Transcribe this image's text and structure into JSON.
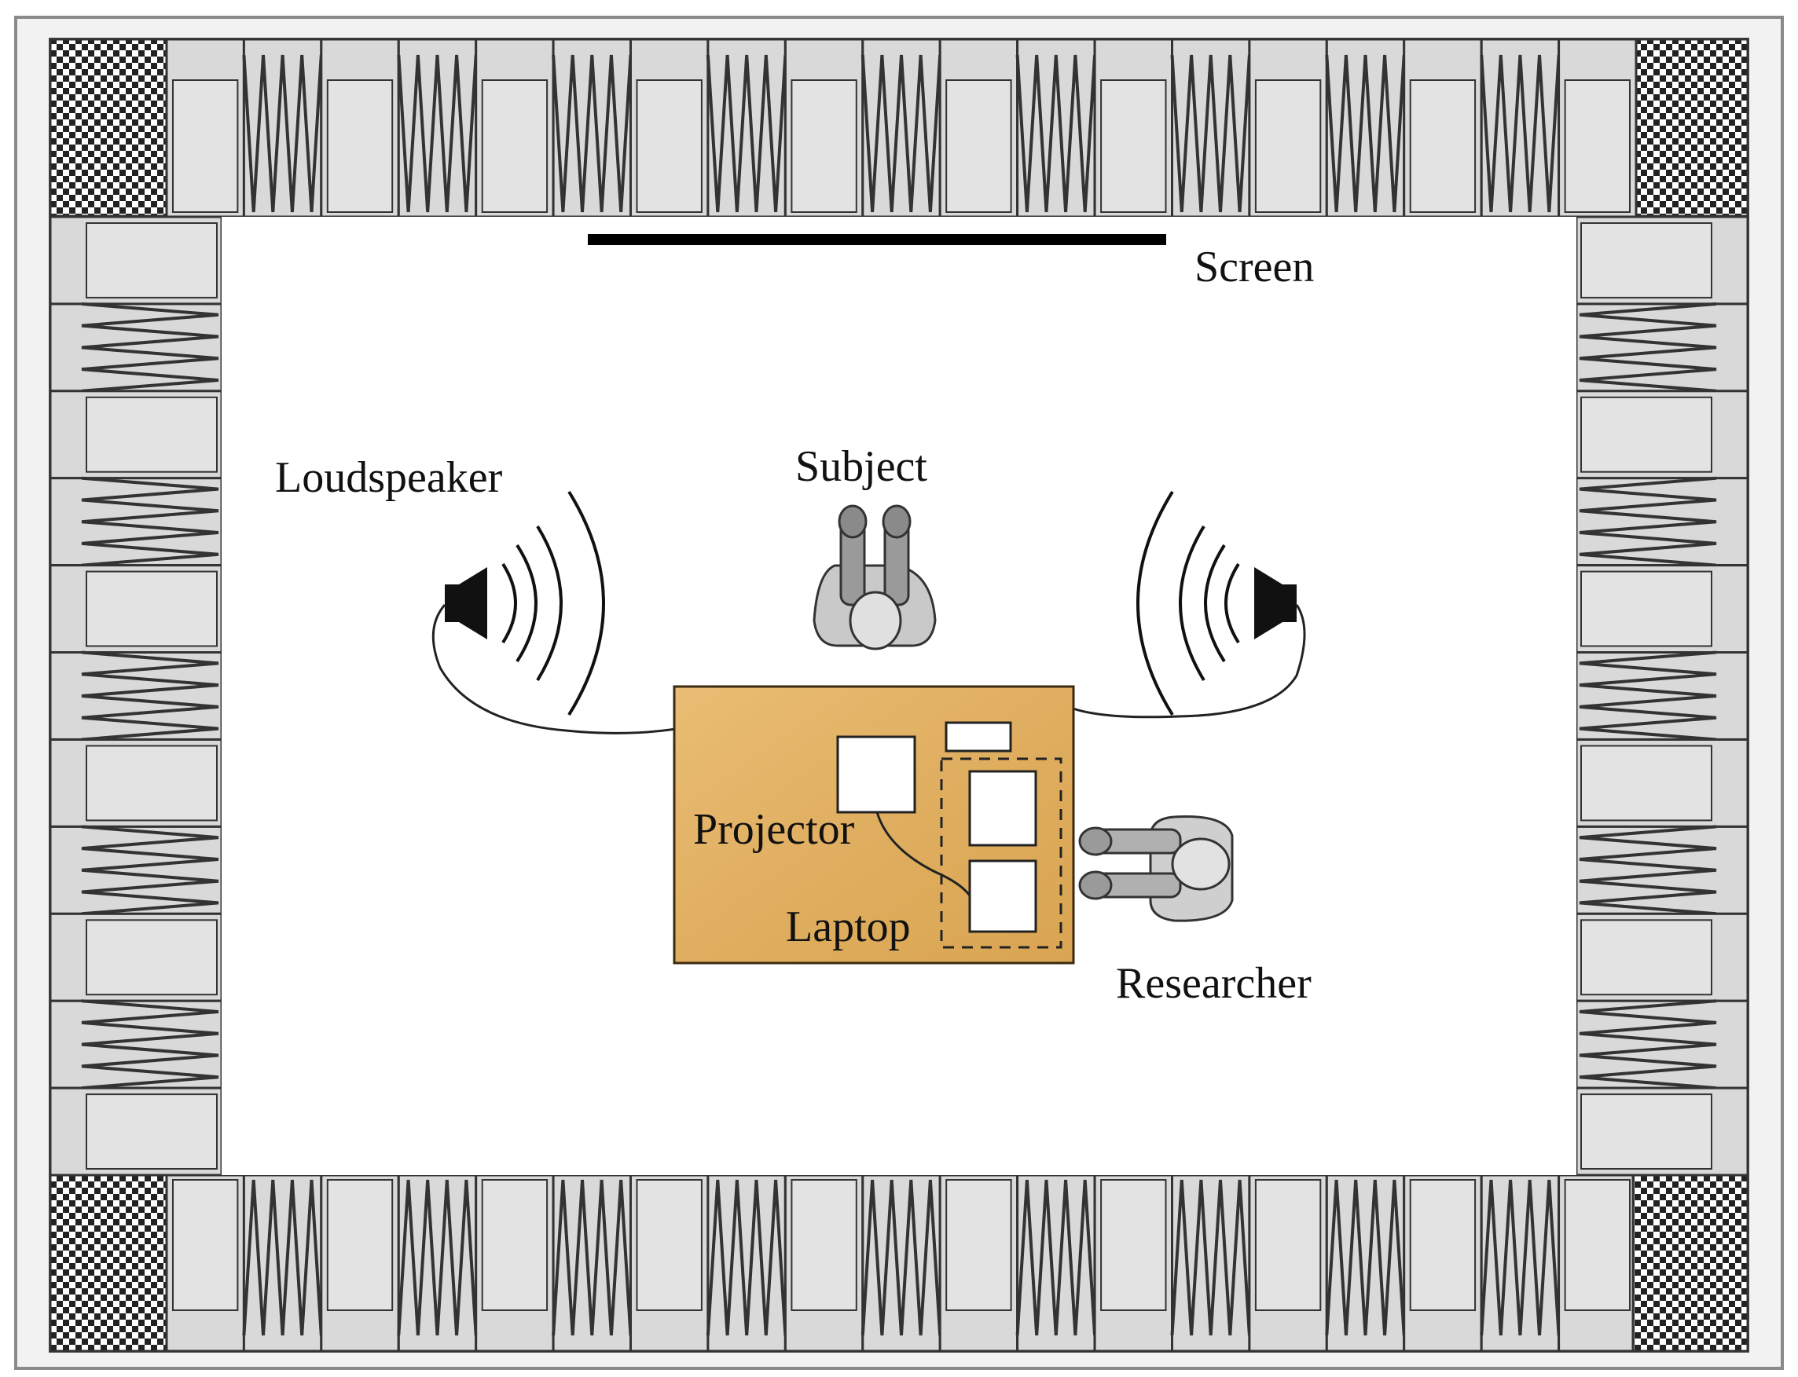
{
  "labels": {
    "screen": "Screen",
    "loudspeaker": "Loudspeaker",
    "subject": "Subject",
    "projector": "Projector",
    "laptop": "Laptop",
    "researcher": "Researcher"
  },
  "icons": {
    "speaker": "loudspeaker-icon",
    "person": "person-topview-icon",
    "corner": "checkered-corner-block"
  },
  "colors": {
    "wall_fill": "#d9d9d9",
    "wall_stroke": "#333333",
    "table_fill": "#e2b367",
    "table_stroke": "#3a2a10",
    "person_fill": "#bdbdbd",
    "screen_bar": "#000000"
  }
}
